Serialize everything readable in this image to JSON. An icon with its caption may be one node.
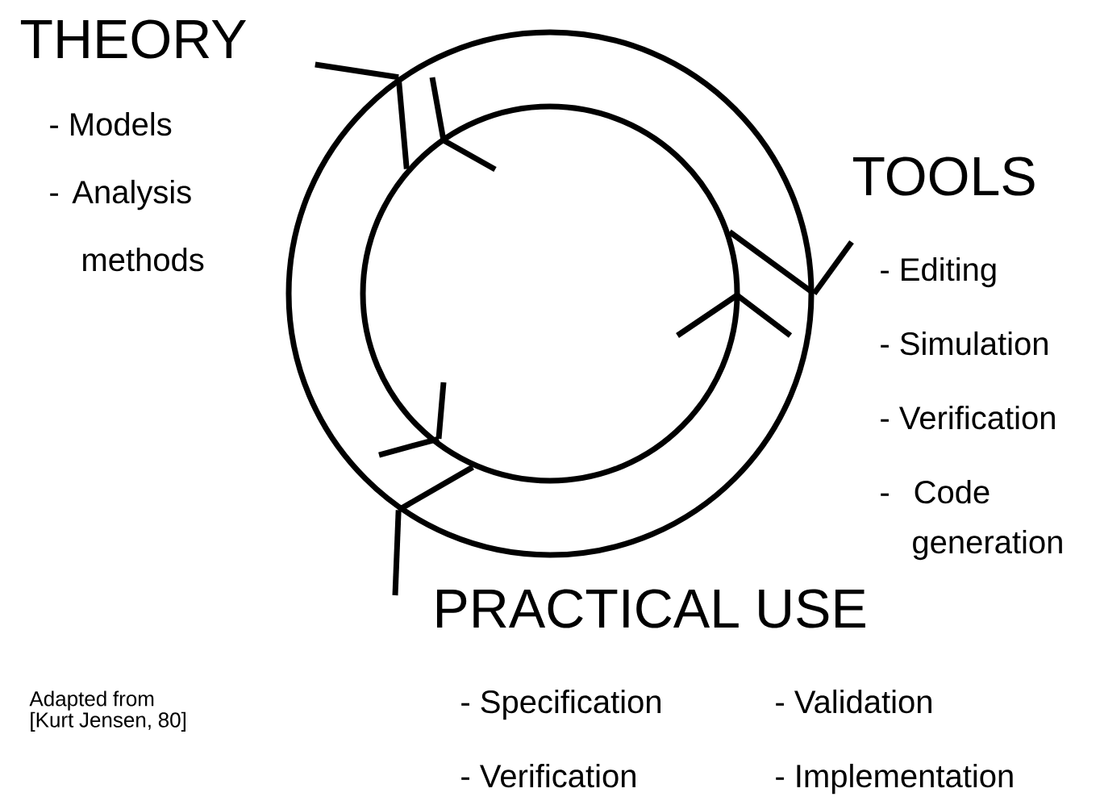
{
  "diagram": {
    "nodes": [
      {
        "text": [
          "THEORY",
          "- Models",
          "- Analysis methods"
        ]
      },
      {
        "text": [
          "TOOLS",
          "- Editing",
          "- Simulation",
          "- Verification",
          "- Code generation"
        ]
      },
      {
        "text": [
          "PRACTICAL USE",
          "- Specification",
          "- Validation",
          "- Verification",
          "- Implementation"
        ]
      },
      {
        "text": [],
        "shape": "circle"
      },
      {
        "text": [],
        "shape": "circle",
        "in": 3
      }
    ],
    "edges": [
      {
        "from": 0,
        "to": 3,
        "arrow": "none"
      },
      {
        "from": 1,
        "to": 3,
        "arrow": "none"
      },
      {
        "from": 2,
        "to": 3,
        "arrow": "none"
      },
      {
        "from": 3,
        "to": 4,
        "arrow": "none"
      },
      {
        "from": 3,
        "to": 4,
        "arrow": "none"
      },
      {
        "from": 3,
        "to": 4,
        "arrow": "none"
      }
    ],
    "labels": [
      "Adapted from [Kurt Jensen, 80]"
    ]
  }
}
